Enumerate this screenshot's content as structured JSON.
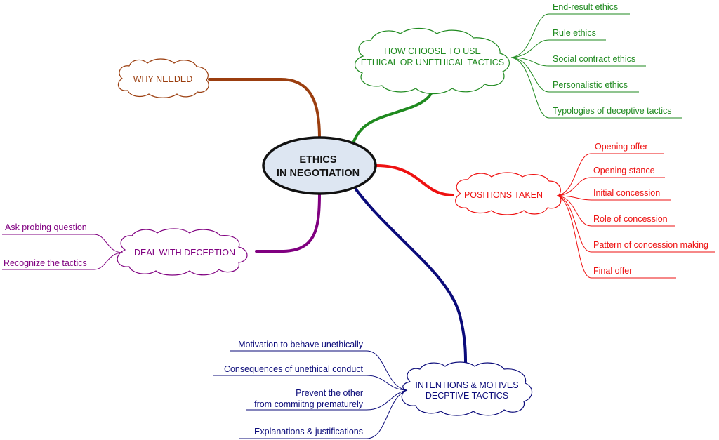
{
  "center": {
    "line1": "ETHICS",
    "line2": "IN NEGOTIATION"
  },
  "colors": {
    "brown": "#9b3e0f",
    "green": "#1f8a1f",
    "red": "#ee1111",
    "purple": "#800080",
    "navy": "#0b0b7a",
    "center_fill": "#dde6f2"
  },
  "branches": {
    "why_needed": {
      "label": "WHY NEEDED"
    },
    "how_choose": {
      "line1": "HOW CHOOSE TO USE",
      "line2": "ETHICAL OR UNETHICAL TACTICS",
      "items": [
        "End-result ethics",
        "Rule ethics",
        "Social contract ethics",
        "Personalistic ethics",
        "Typologies of deceptive tactics"
      ]
    },
    "positions": {
      "label": "POSITIONS TAKEN",
      "items": [
        "Opening offer",
        "Opening stance",
        "Initial concession",
        "Role of concession",
        "Pattern of concession making",
        "Final offer"
      ]
    },
    "deception": {
      "label": "DEAL WITH DECEPTION",
      "items": [
        "Ask probing question",
        "Recognize the tactics"
      ]
    },
    "intentions": {
      "line1": "INTENTIONS & MOTIVES",
      "line2": "DECPTIVE TACTICS",
      "items": [
        "Motivation to behave unethically",
        "Consequences of unethical conduct",
        "Prevent the other",
        "from commiitng prematurely",
        "Explanations & justifications"
      ]
    }
  }
}
